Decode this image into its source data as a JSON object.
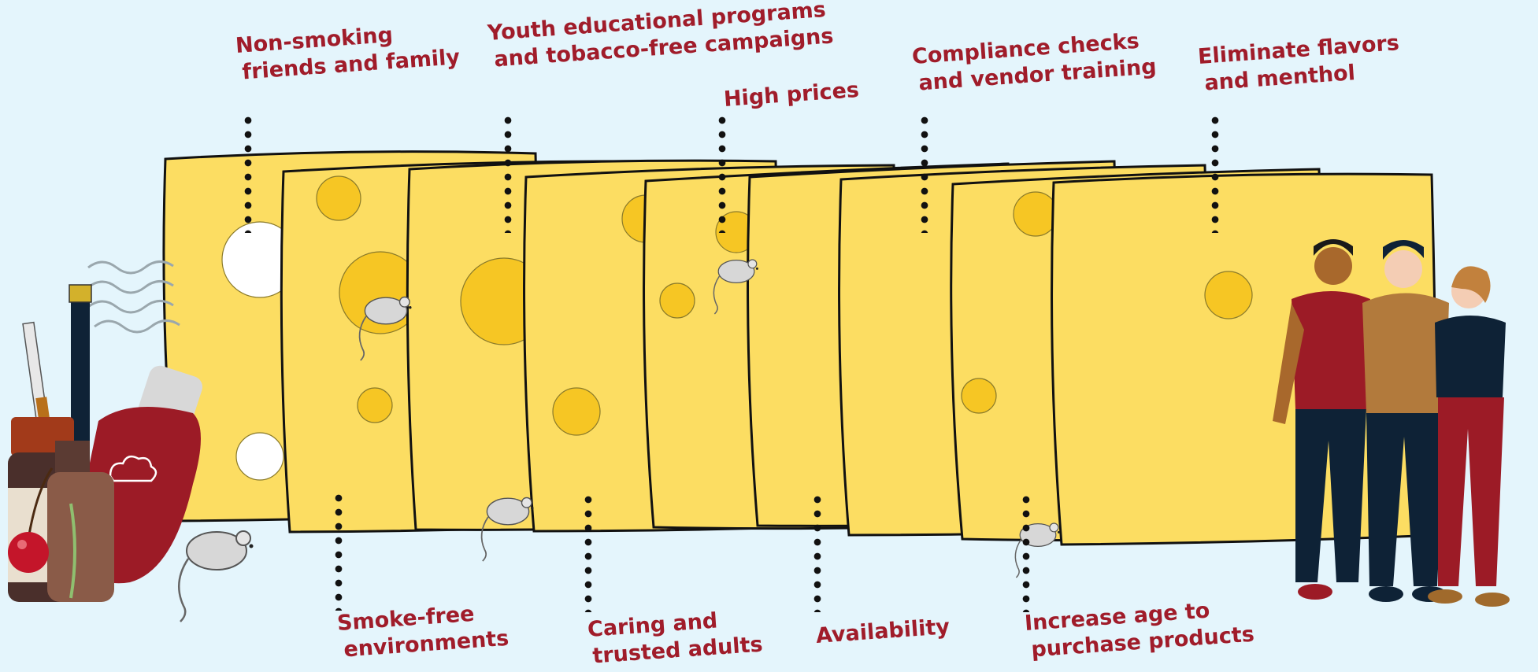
{
  "colors": {
    "background": "#e4f5fc",
    "cheese": "#fcdd62",
    "cheese_hole": "#f6c624",
    "label_text": "#a01c2a",
    "outline": "#111111"
  },
  "layers": {
    "top": [
      {
        "line1": "Non-smoking",
        "line2": "friends and family"
      },
      {
        "line1": "Youth educational programs",
        "line2": "and tobacco-free campaigns"
      },
      {
        "line1": "High prices",
        "line2": ""
      },
      {
        "line1": "Compliance checks",
        "line2": "and vendor training"
      },
      {
        "line1": "Eliminate flavors",
        "line2": "and menthol"
      }
    ],
    "bottom": [
      {
        "line1": "Smoke-free",
        "line2": "environments"
      },
      {
        "line1": "Caring and",
        "line2": "trusted adults"
      },
      {
        "line1": "Availability",
        "line2": ""
      },
      {
        "line1": "Increase age to",
        "line2": "purchase products"
      }
    ]
  },
  "icons": [
    "mouse-icon",
    "cigarette-icon",
    "vape-device-icon",
    "eliquid-bottle-icon",
    "cherry-icon",
    "smoke-icon",
    "people-group-icon"
  ]
}
